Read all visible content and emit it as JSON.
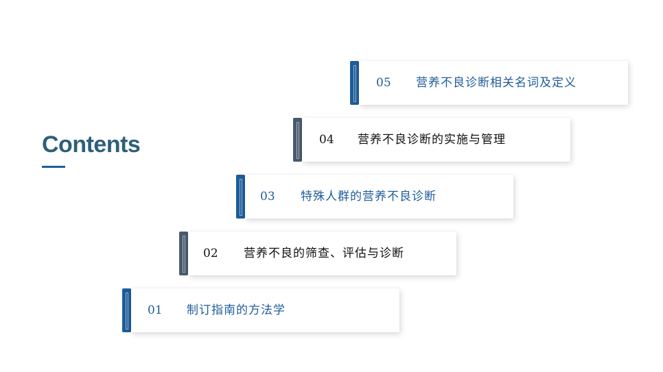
{
  "heading": "Contents",
  "items": [
    {
      "number": "05",
      "label": "营养不良诊断相关名词及定义",
      "accent": "#1E5C99"
    },
    {
      "number": "04",
      "label": "营养不良诊断的实施与管理",
      "accent": "#495A6E"
    },
    {
      "number": "03",
      "label": "特殊人群的营养不良诊断",
      "accent": "#1E5C99"
    },
    {
      "number": "02",
      "label": "营养不良的筛查、评估与诊断",
      "accent": "#495A6E"
    },
    {
      "number": "01",
      "label": "制订指南的方法学",
      "accent": "#1E5C99"
    }
  ],
  "colors": {
    "heading": "#2E5F7A",
    "blue": "#1E5C99",
    "slate": "#495A6E"
  }
}
